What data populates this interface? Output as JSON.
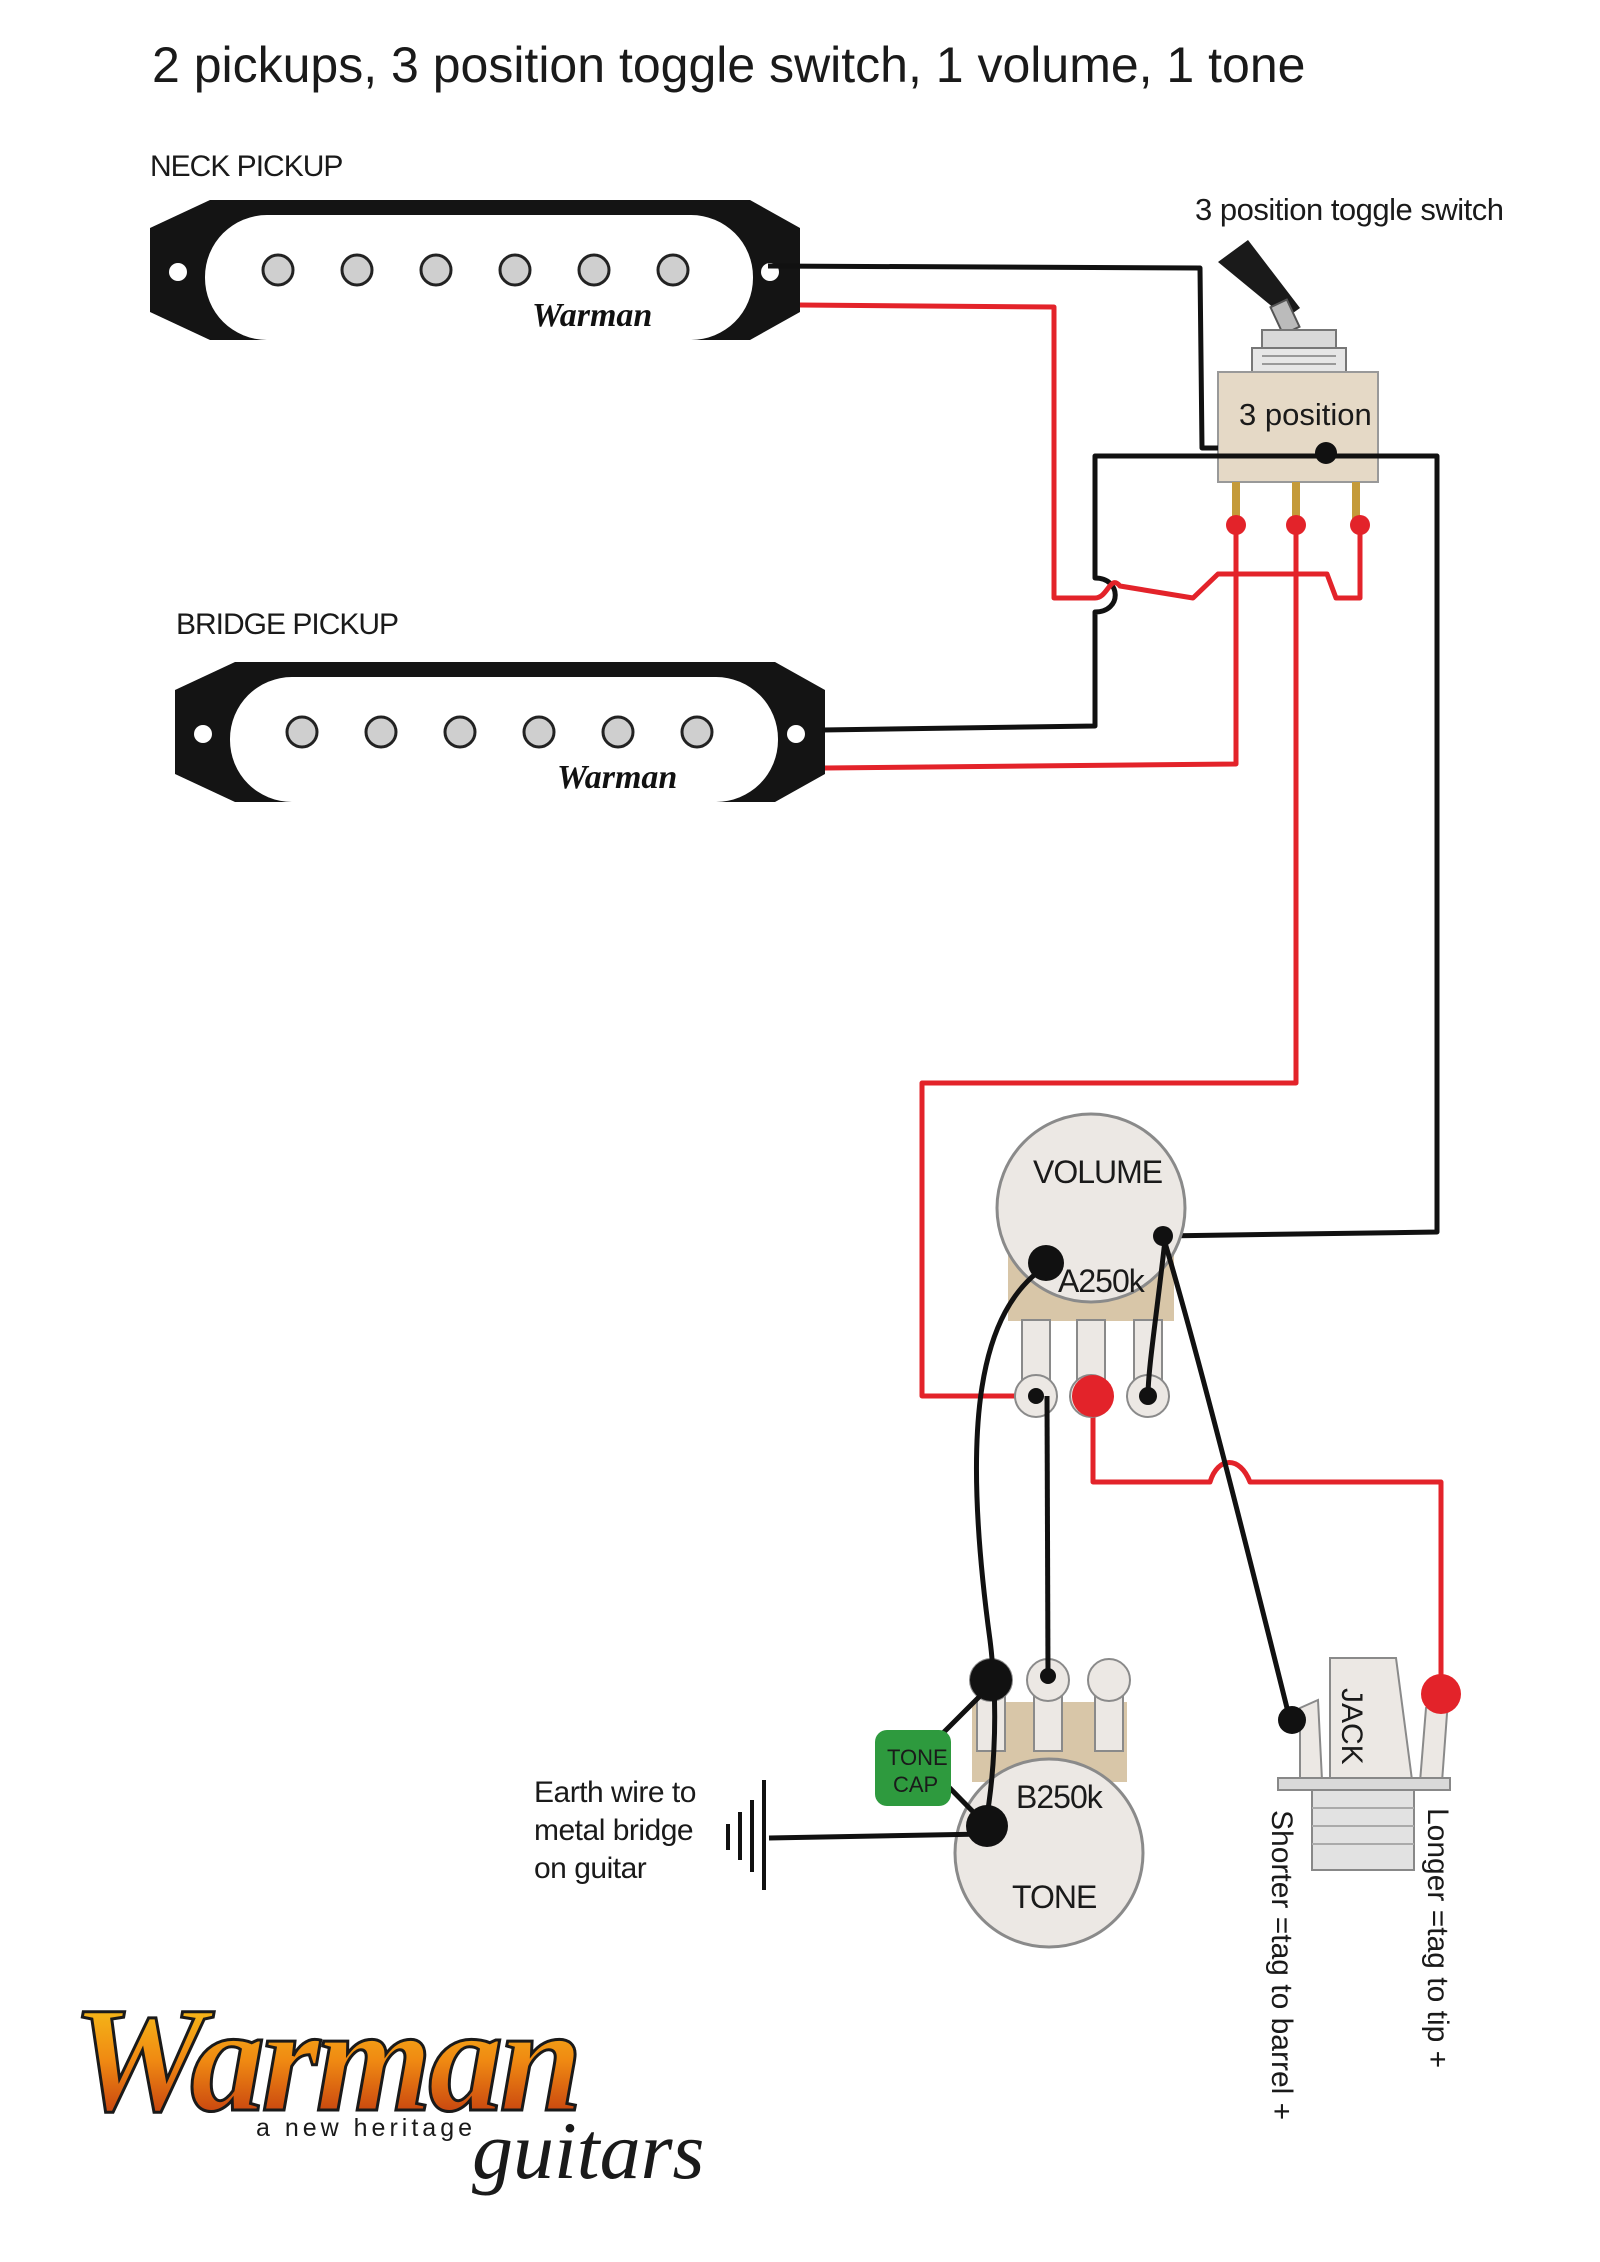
{
  "title": "2 pickups, 3 position toggle switch, 1 volume, 1 tone",
  "labels": {
    "neck_pickup": "NECK PICKUP",
    "bridge_pickup": "BRIDGE PICKUP",
    "toggle_switch": "3 position toggle switch",
    "switch_body": "3 position",
    "volume": "VOLUME",
    "volume_value": "A250k",
    "tone": "TONE",
    "tone_value": "B250k",
    "tone_cap": [
      "TONE",
      "CAP"
    ],
    "jack": "JACK",
    "earth": [
      "Earth wire to",
      "metal bridge",
      "on guitar"
    ],
    "shorter": "Shorter =tag to barrel +",
    "longer": "Longer =tag to tip +"
  },
  "pickup_brand": "Warman",
  "logo": {
    "brand": "Warman",
    "tagline": "a new heritage",
    "sub": "guitars"
  },
  "colors": {
    "hot_wire": "#e3232a",
    "ground_wire": "#111111",
    "pot_body": "#ece8e4",
    "solder_tag": "#d8c6a8",
    "tone_cap": "#2e9a3e",
    "pickup_cover": "#ffffff",
    "pole_piece": "#cfcfcf"
  }
}
